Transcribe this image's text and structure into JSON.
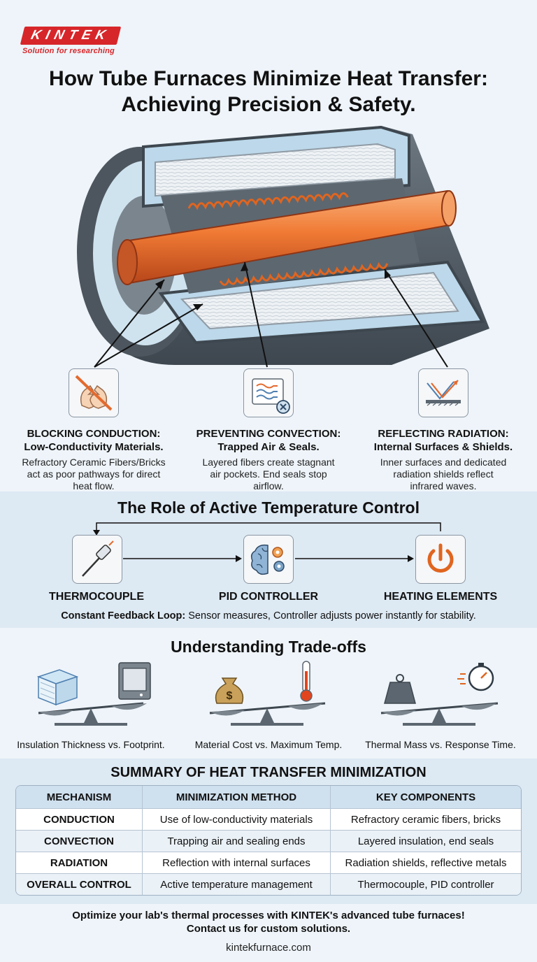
{
  "brand": {
    "name": "KINTEK",
    "tagline": "Solution for researching"
  },
  "title": {
    "line1": "How Tube Furnaces Minimize Heat Transfer:",
    "line2": "Achieving Precision & Safety."
  },
  "mechanisms": [
    {
      "title_line1": "BLOCKING CONDUCTION:",
      "title_line2": "Low-Conductivity Materials.",
      "desc": "Refractory Ceramic Fibers/Bricks act as poor pathways for direct heat flow.",
      "icon": "no-touch-hands-icon"
    },
    {
      "title_line1": "PREVENTING CONVECTION:",
      "title_line2": "Trapped Air & Seals.",
      "desc": "Layered fibers create stagnant air pockets. End seals stop airflow.",
      "icon": "blocked-airflow-icon"
    },
    {
      "title_line1": "REFLECTING RADIATION:",
      "title_line2": "Internal Surfaces & Shields.",
      "desc": "Inner surfaces and dedicated radiation shields reflect infrared waves.",
      "icon": "reflection-icon"
    }
  ],
  "control": {
    "title": "The Role of Active Temperature Control",
    "nodes": [
      {
        "label": "THERMOCOUPLE",
        "icon": "thermocouple-icon"
      },
      {
        "label": "PID CONTROLLER",
        "icon": "brain-gears-icon"
      },
      {
        "label": "HEATING ELEMENTS",
        "icon": "power-icon"
      }
    ],
    "caption_bold": "Constant Feedback Loop:",
    "caption_rest": " Sensor measures, Controller adjusts power instantly for stability."
  },
  "tradeoffs": {
    "title": "Understanding Trade-offs",
    "items": [
      {
        "label": "Insulation Thickness vs. Footprint."
      },
      {
        "label": "Material Cost vs. Maximum Temp."
      },
      {
        "label": "Thermal Mass vs. Response Time."
      }
    ]
  },
  "summary": {
    "title": "SUMMARY OF HEAT TRANSFER MINIMIZATION",
    "headers": [
      "MECHANISM",
      "MINIMIZATION METHOD",
      "KEY COMPONENTS"
    ],
    "rows": [
      [
        "CONDUCTION",
        "Use of low-conductivity materials",
        "Refractory ceramic fibers, bricks"
      ],
      [
        "CONVECTION",
        "Trapping air and sealing ends",
        "Layered insulation, end seals"
      ],
      [
        "RADIATION",
        "Reflection with internal surfaces",
        "Radiation shields, reflective metals"
      ],
      [
        "OVERALL CONTROL",
        "Active temperature management",
        "Thermocouple, PID controller"
      ]
    ]
  },
  "footer": {
    "line1": "Optimize your lab's thermal processes with KINTEK's advanced tube furnaces!",
    "line2": "Contact us for custom solutions.",
    "url": "kintekfurnace.com"
  },
  "colors": {
    "brand_red": "#d7262a",
    "tube_orange": "#f07a34",
    "insulation_blue": "#bcd8ea",
    "steel": "#5b6670"
  }
}
